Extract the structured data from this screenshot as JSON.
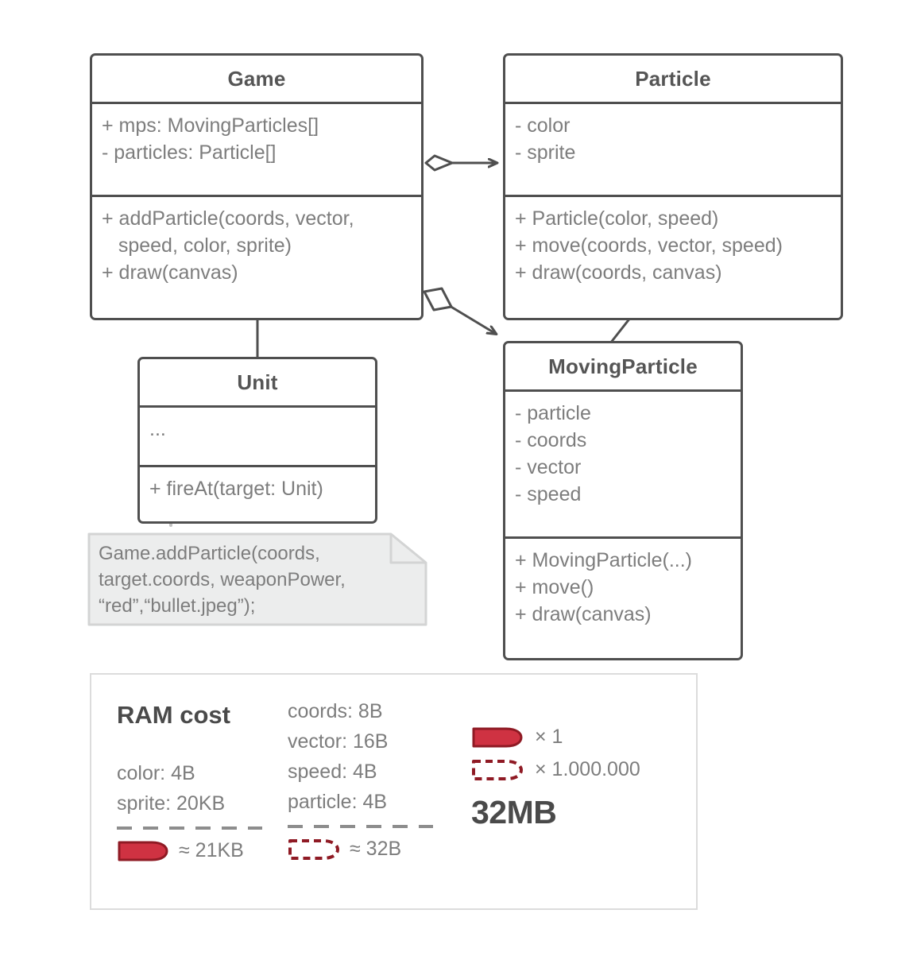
{
  "diagram": {
    "classes": [
      {
        "id": "game",
        "name": "Game",
        "attributes": [
          "+ mps: MovingParticles[]",
          "- particles: Particle[]"
        ],
        "operations": [
          "+ addParticle(coords, vector,\n   speed, color, sprite)",
          "+ draw(canvas)"
        ]
      },
      {
        "id": "particle",
        "name": "Particle",
        "attributes": [
          "- color",
          "- sprite"
        ],
        "operations": [
          "+ Particle(color, speed)",
          "+ move(coords, vector, speed)",
          "+ draw(coords, canvas)"
        ]
      },
      {
        "id": "unit",
        "name": "Unit",
        "attributes": [
          "..."
        ],
        "operations": [
          "+ fireAt(target: Unit)"
        ]
      },
      {
        "id": "movingparticle",
        "name": "MovingParticle",
        "attributes": [
          "- particle",
          "- coords",
          "- vector",
          "- speed"
        ],
        "operations": [
          "+ MovingParticle(...)",
          "+ move()",
          "+ draw(canvas)"
        ]
      }
    ],
    "note": {
      "text": "Game.addParticle(coords,\ntarget.coords,  weaponPower,\n“red”,“bullet.jpeg”);"
    },
    "relations": [
      {
        "name": "game-aggregates-particle",
        "kind": "aggregation"
      },
      {
        "name": "game-aggregates-movingparticle",
        "kind": "aggregation"
      },
      {
        "name": "unit-to-game",
        "kind": "association"
      },
      {
        "name": "movingparticle-to-particle",
        "kind": "association"
      },
      {
        "name": "unit-to-note",
        "kind": "dependency-dashed"
      }
    ]
  },
  "legend": {
    "title": "RAM cost",
    "column_left": {
      "lines": [
        "color: 4B",
        "sprite: 20KB"
      ],
      "result_label": "≈ 21KB"
    },
    "column_middle": {
      "lines": [
        "coords: 8B",
        "vector: 16B",
        "speed: 4B",
        "particle: 4B"
      ],
      "result_label": "≈ 32B"
    },
    "column_right": {
      "count_solid": "× 1",
      "count_dashed": "× 1.000.000",
      "total": "32MB"
    }
  },
  "colors": {
    "stroke": "#4f4f4f",
    "text": "#7d7d7d",
    "title_text": "#555555",
    "note_fill": "#eceded",
    "note_border": "#d3d4d4",
    "legend_border": "#dcdcdc",
    "bullet_fill": "#cf3242",
    "bullet_stroke": "#8f1a24",
    "dash_gray": "#8d8d8d"
  }
}
